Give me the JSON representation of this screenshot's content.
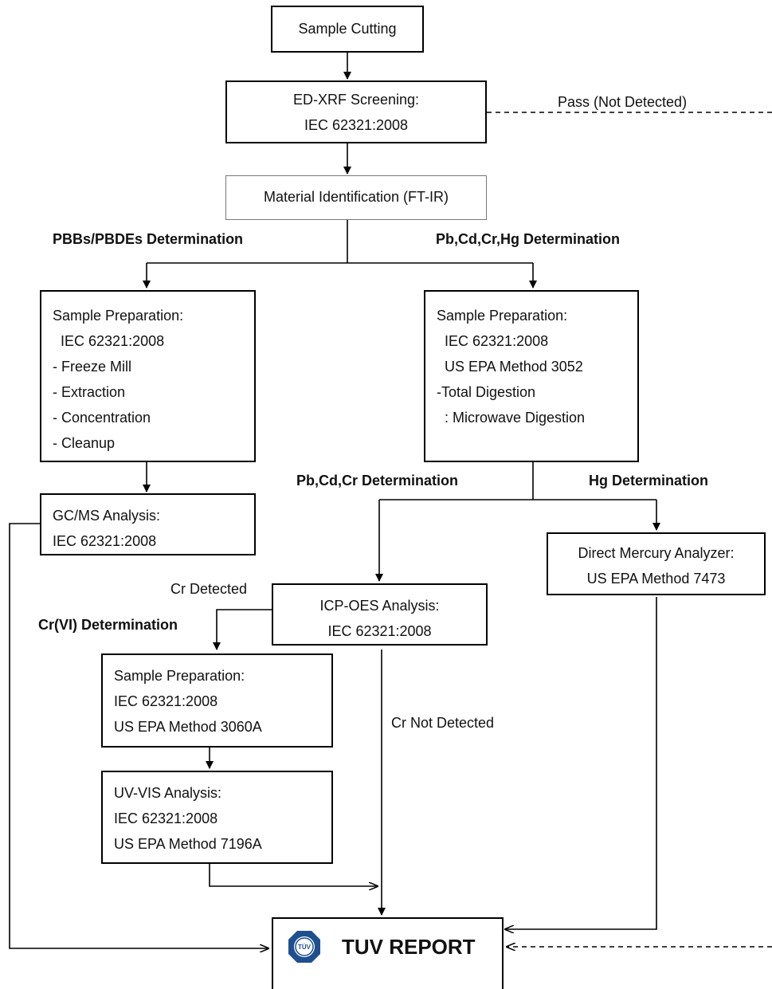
{
  "flow": {
    "sample_cutting": "Sample Cutting",
    "xrf": [
      "ED-XRF Screening:",
      "IEC 62321:2008"
    ],
    "pass_label": "Pass (Not Detected)",
    "material_id": "Material Identification (FT-IR)",
    "left_branch": "PBBs/PBDEs Determination",
    "right_branch": "Pb,Cd,Cr,Hg Determination",
    "prep_left": [
      "Sample Preparation:",
      "  IEC 62321:2008",
      "- Freeze Mill",
      "- Extraction",
      "- Concentration",
      "- Cleanup"
    ],
    "prep_right": [
      "Sample Preparation:",
      "  IEC 62321:2008",
      "  US EPA Method 3052",
      "-Total Digestion",
      "  : Microwave Digestion"
    ],
    "gcms": [
      "GC/MS Analysis:",
      "IEC 62321:2008"
    ],
    "pbcdcr_label": "Pb,Cd,Cr Determination",
    "hg_label": "Hg Determination",
    "dma": [
      "Direct Mercury Analyzer:",
      "US EPA Method 7473"
    ],
    "cr_detected": "Cr Detected",
    "crvi_label": "Cr(VI) Determination",
    "icp": [
      "ICP-OES Analysis:",
      "IEC 62321:2008"
    ],
    "prep_crvi": [
      "Sample Preparation:",
      "IEC 62321:2008",
      "US EPA Method 3060A"
    ],
    "cr_not_detected": "Cr Not Detected",
    "uvvis": [
      "UV-VIS Analysis:",
      "IEC 62321:2008",
      "US EPA Method 7196A"
    ],
    "report": "TUV REPORT",
    "logo_text": "TÜV"
  }
}
